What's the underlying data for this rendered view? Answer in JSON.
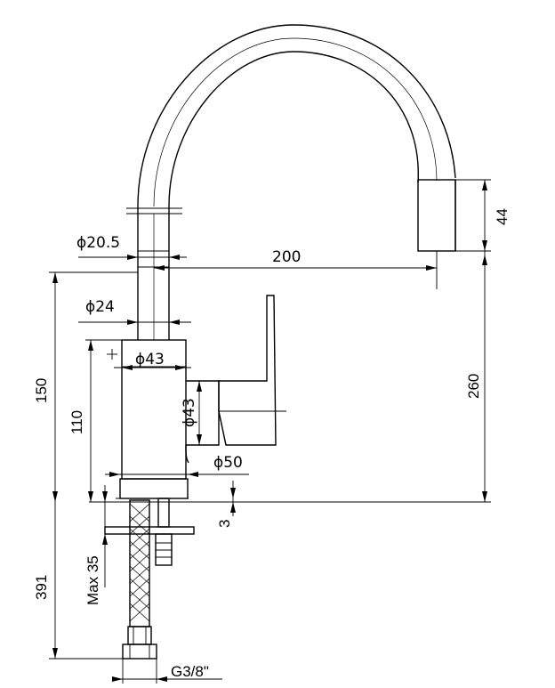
{
  "dimensions": {
    "d20_5": "ϕ20.5",
    "d200": "200",
    "d44": "44",
    "d24": "ϕ24",
    "d43_top": "ϕ43",
    "d43_side": "ϕ43",
    "d50": "ϕ50",
    "d150": "150",
    "d110": "110",
    "d260": "260",
    "d3": "3",
    "max35": "Max 35",
    "d391": "391",
    "thread": "G3/8\""
  }
}
